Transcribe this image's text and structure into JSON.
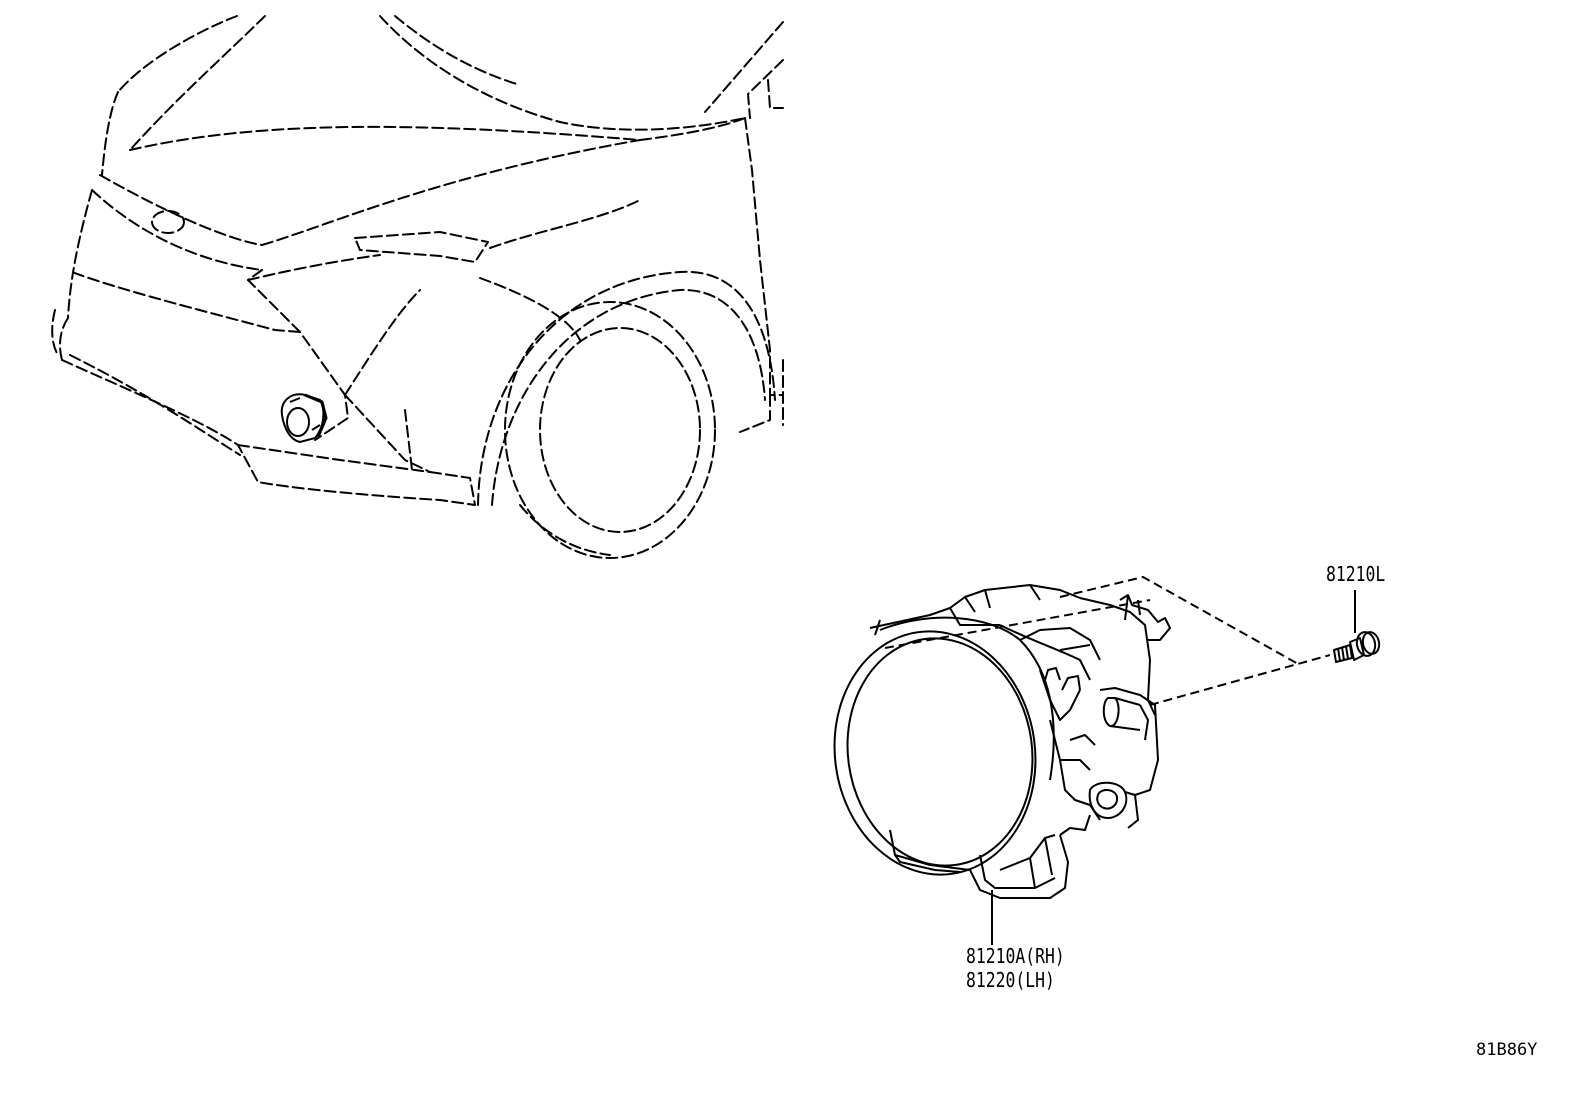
{
  "labels": {
    "bolt": "81210L",
    "fog_lamp_rh": "81210A(RH)",
    "fog_lamp_lh": "81220(LH)"
  },
  "diagram_code": "81B86Y",
  "colors": {
    "line": "#000000",
    "background": "#ffffff"
  }
}
